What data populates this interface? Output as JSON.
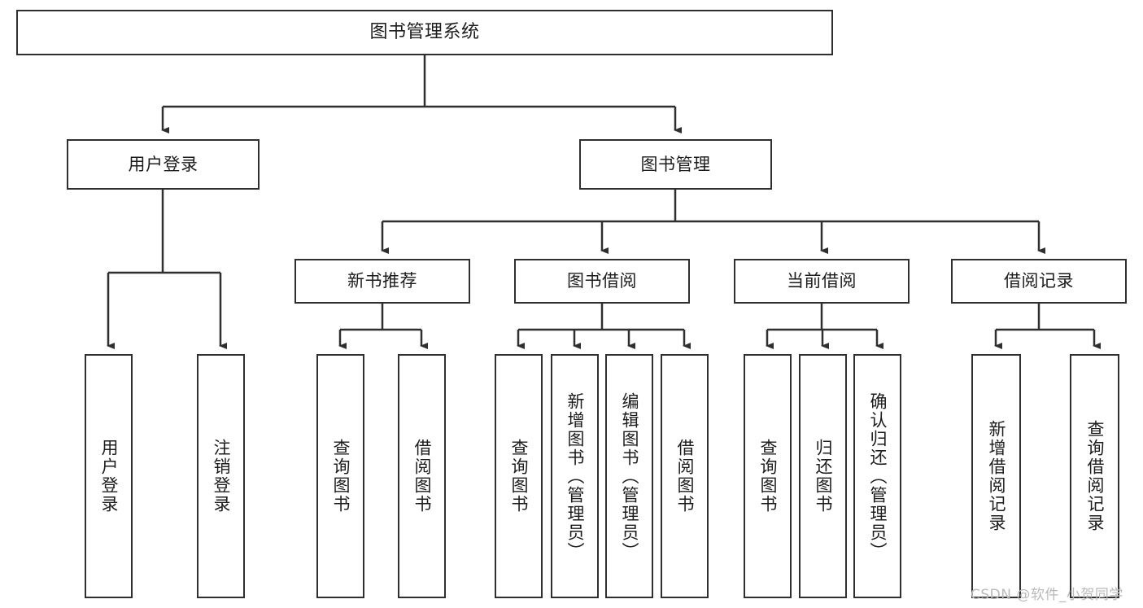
{
  "diagram": {
    "title": "图书管理系统",
    "type": "tree-structure-chart",
    "orientation": "top-down",
    "line_color": "#2f2f2f",
    "box_fill": "#ffffff",
    "background": "#ffffff"
  },
  "nodes": {
    "root": {
      "label": "图书管理系统"
    },
    "level2": [
      {
        "id": "user-login",
        "label": "用户登录"
      },
      {
        "id": "book-management",
        "label": "图书管理"
      }
    ],
    "level3": [
      {
        "id": "new-book-recommend",
        "label": "新书推荐"
      },
      {
        "id": "book-borrow",
        "label": "图书借阅"
      },
      {
        "id": "current-borrow",
        "label": "当前借阅"
      },
      {
        "id": "borrow-record",
        "label": "借阅记录"
      }
    ],
    "leaves": {
      "user_login": [
        {
          "id": "leaf-user-login",
          "label": "用户登录"
        },
        {
          "id": "leaf-logout-login",
          "label": "注销登录"
        }
      ],
      "new_book_recommend": [
        {
          "id": "leaf-query-book-1",
          "label": "查询图书"
        },
        {
          "id": "leaf-borrow-book-1",
          "label": "借阅图书"
        }
      ],
      "book_borrow": [
        {
          "id": "leaf-query-book-2",
          "label": "查询图书"
        },
        {
          "id": "leaf-add-book",
          "label": "新增图书（管理员）"
        },
        {
          "id": "leaf-edit-book",
          "label": "编辑图书（管理员）"
        },
        {
          "id": "leaf-borrow-book-2",
          "label": "借阅图书"
        }
      ],
      "current_borrow": [
        {
          "id": "leaf-query-book-3",
          "label": "查询图书"
        },
        {
          "id": "leaf-return-book",
          "label": "归还图书"
        },
        {
          "id": "leaf-confirm-return",
          "label": "确认归还（管理员）"
        }
      ],
      "borrow_record": [
        {
          "id": "leaf-add-record",
          "label": "新增借阅记录"
        },
        {
          "id": "leaf-query-record",
          "label": "查询借阅记录"
        }
      ]
    }
  },
  "watermark": {
    "text": "CSDN @软件_小贺同学"
  }
}
